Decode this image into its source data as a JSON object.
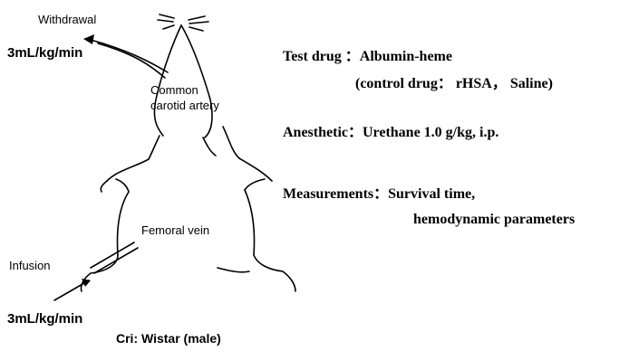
{
  "diagram": {
    "withdrawal_label": "Withdrawal",
    "withdrawal_rate": "3mL/kg/min",
    "artery_label_line1": "Common",
    "artery_label_line2": "carotid artery",
    "vein_label": "Femoral vein",
    "infusion_label": "Infusion",
    "infusion_rate": "3mL/kg/min",
    "strain": "Cri:  Wistar (male)"
  },
  "protocol": {
    "test_drug": "Test drug  ：Albumin-heme",
    "control_drug": "(control drug： rHSA， Saline)",
    "anesthetic": "Anesthetic：Urethane 1.0 g/kg, i.p.",
    "measurements": "Measurements：Survival time,",
    "measurements_cont": "hemodynamic parameters"
  },
  "colors": {
    "ink": "#000000",
    "background": "#ffffff"
  }
}
